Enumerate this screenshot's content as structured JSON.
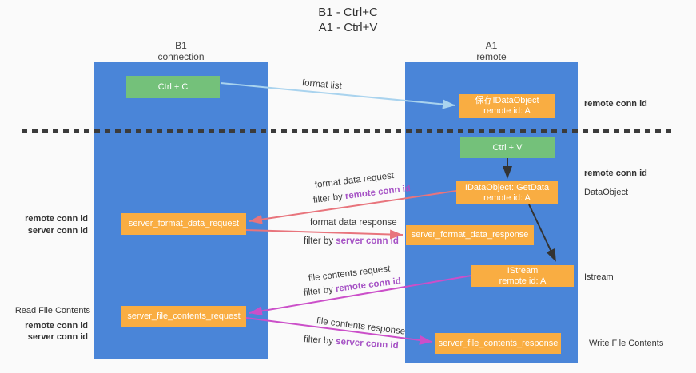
{
  "title": {
    "line1": "B1 - Ctrl+C",
    "line2": "A1 - Ctrl+V"
  },
  "lanes": {
    "left": {
      "header_line1": "B1",
      "header_line2": "connection"
    },
    "right": {
      "header_line1": "A1",
      "header_line2": "remote"
    }
  },
  "nodes": {
    "ctrl_c": "Ctrl + C",
    "ctrl_v": "Ctrl + V",
    "save_idataobject": {
      "line1": "保存IDataObject",
      "line2": "remote id: A"
    },
    "getdata": {
      "line1": "IDataObject::GetData",
      "line2": "remote id: A"
    },
    "istream": {
      "line1": "IStream",
      "line2": "remote id: A"
    },
    "server_format_data_request": "server_format_data_request",
    "server_format_data_response": "server_format_data_response",
    "server_file_contents_request": "server_file_contents_request",
    "server_file_contents_response": "server_file_contents_response"
  },
  "flow": {
    "format_list": "format list",
    "format_data_request": "format data request",
    "format_data_response": "format data response",
    "file_contents_request": "file contents request",
    "file_contents_response": "file contents response",
    "filter_prefix": "filter by "
  },
  "side": {
    "remote_conn_id": "remote conn id",
    "server_conn_id": "server conn id",
    "dataobject": "DataObject",
    "istream": "Istream",
    "read_file_contents": "Read File Contents",
    "write_file_contents": "Write File Contents"
  },
  "colors": {
    "lane_blue": "#4a85d8",
    "node_green": "#74c17a",
    "node_orange": "#f9ad42",
    "label_purple": "#a653c5",
    "label_green": "#61b861",
    "arrow_salmon": "#e8747c",
    "arrow_magenta": "#cb4fc9",
    "arrow_lightblue": "#a9d3ee",
    "arrow_black": "#333333"
  }
}
